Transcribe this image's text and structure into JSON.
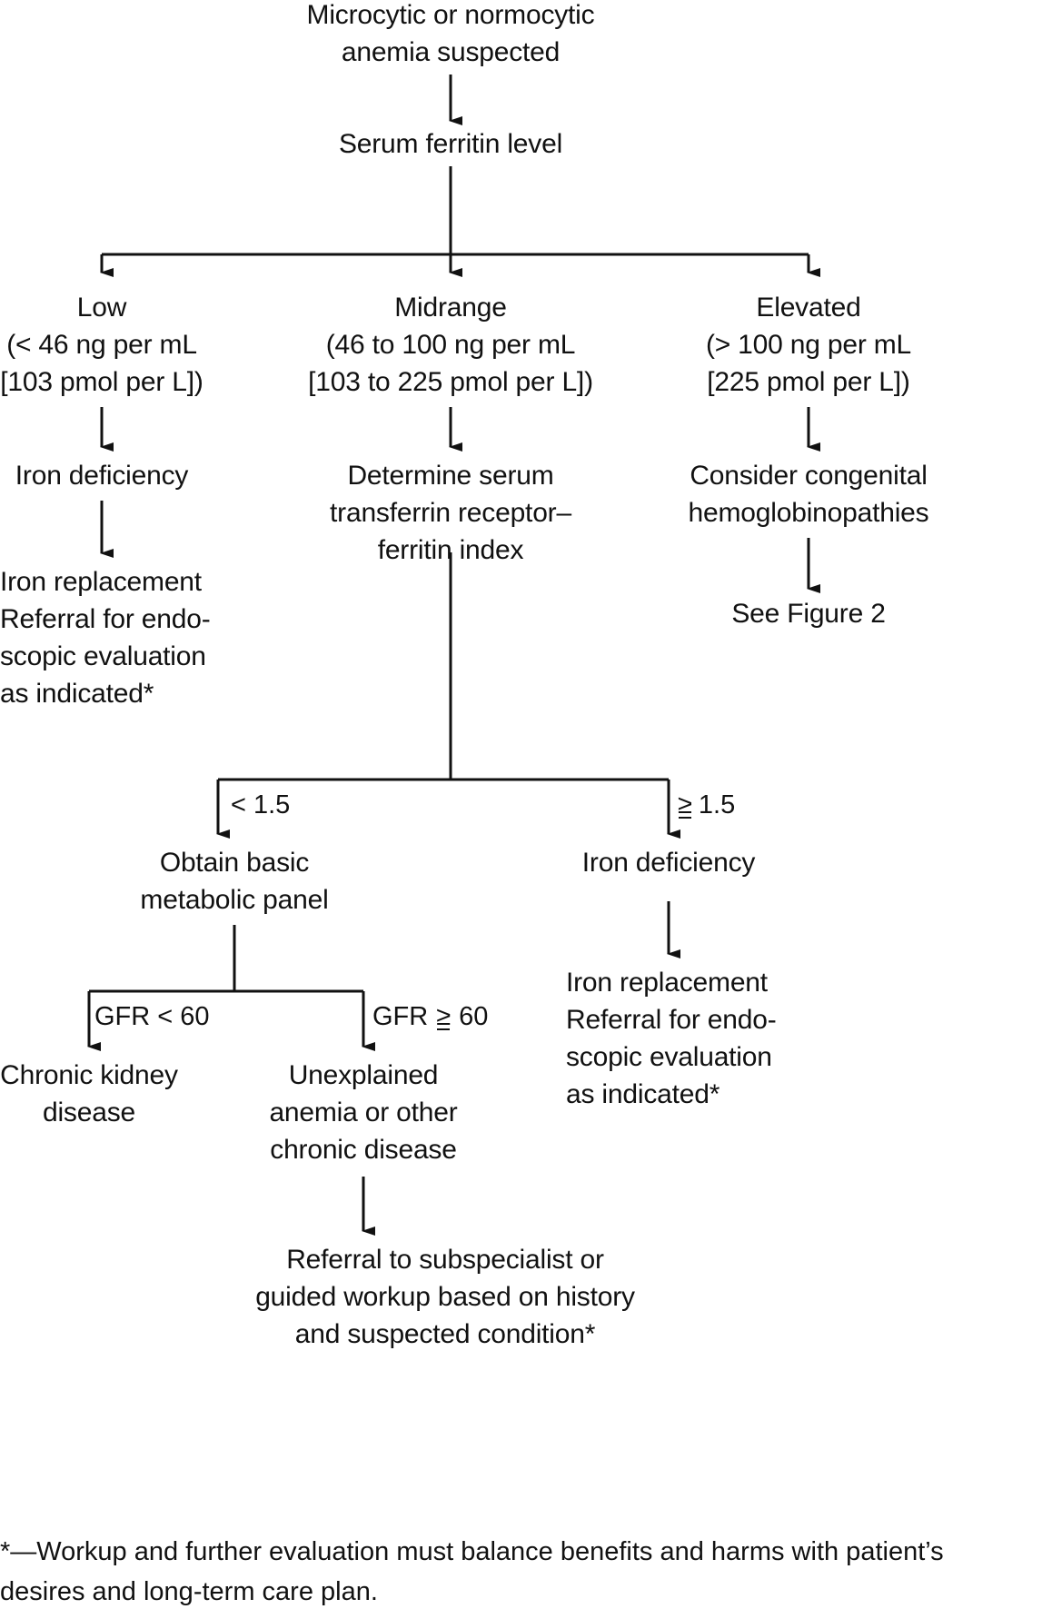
{
  "diagram": {
    "type": "flowchart",
    "title": "Evaluation of microcytic or normocytic anemia",
    "accent_color": "#111111",
    "background_color": "#ffffff"
  },
  "nodes": {
    "start": "Microcytic or normocytic\nanemia suspected",
    "ferritin": "Serum ferritin level",
    "low": "Low\n(< 46 ng per mL\n[103 pmol per L])",
    "midrange": "Midrange\n(46 to 100 ng per mL\n[103 to 225 pmol per L])",
    "elevated": "Elevated\n(> 100 ng per mL\n[225 pmol per L])",
    "iron_deficiency_left": "Iron deficiency",
    "iron_replacement_left": "Iron replacement\nReferral for endo-\nscopic evaluation\nas indicated*",
    "determine_index": "Determine serum\ntransferrin receptor–\nferritin index",
    "consider_congenital": "Consider congenital\nhemoglobinopathies",
    "see_figure_2": "See Figure 2",
    "obtain_bmp": "Obtain basic\nmetabolic panel",
    "iron_deficiency_right": "Iron deficiency",
    "iron_replacement_right": "Iron replacement\nReferral for endo-\nscopic evaluation\nas indicated*",
    "chronic_kidney": "Chronic kidney\ndisease",
    "unexplained_anemia": "Unexplained\nanemia or other\nchronic disease",
    "referral_subspecialist": "Referral to subspecialist or\nguided workup based on history\nand suspected condition*"
  },
  "edge_labels": {
    "index_low": "< 1.5",
    "index_high_prefix": "≥",
    "index_high_value": "1.5",
    "gfr_low": "GFR < 60",
    "gfr_high_prefix": "GFR",
    "gfr_high_symbol": "≥",
    "gfr_high_value": "60"
  },
  "footnote": {
    "text": "*—Workup and further evaluation must balance benefits and harms with patient’s\ndesires and long-term care plan."
  }
}
